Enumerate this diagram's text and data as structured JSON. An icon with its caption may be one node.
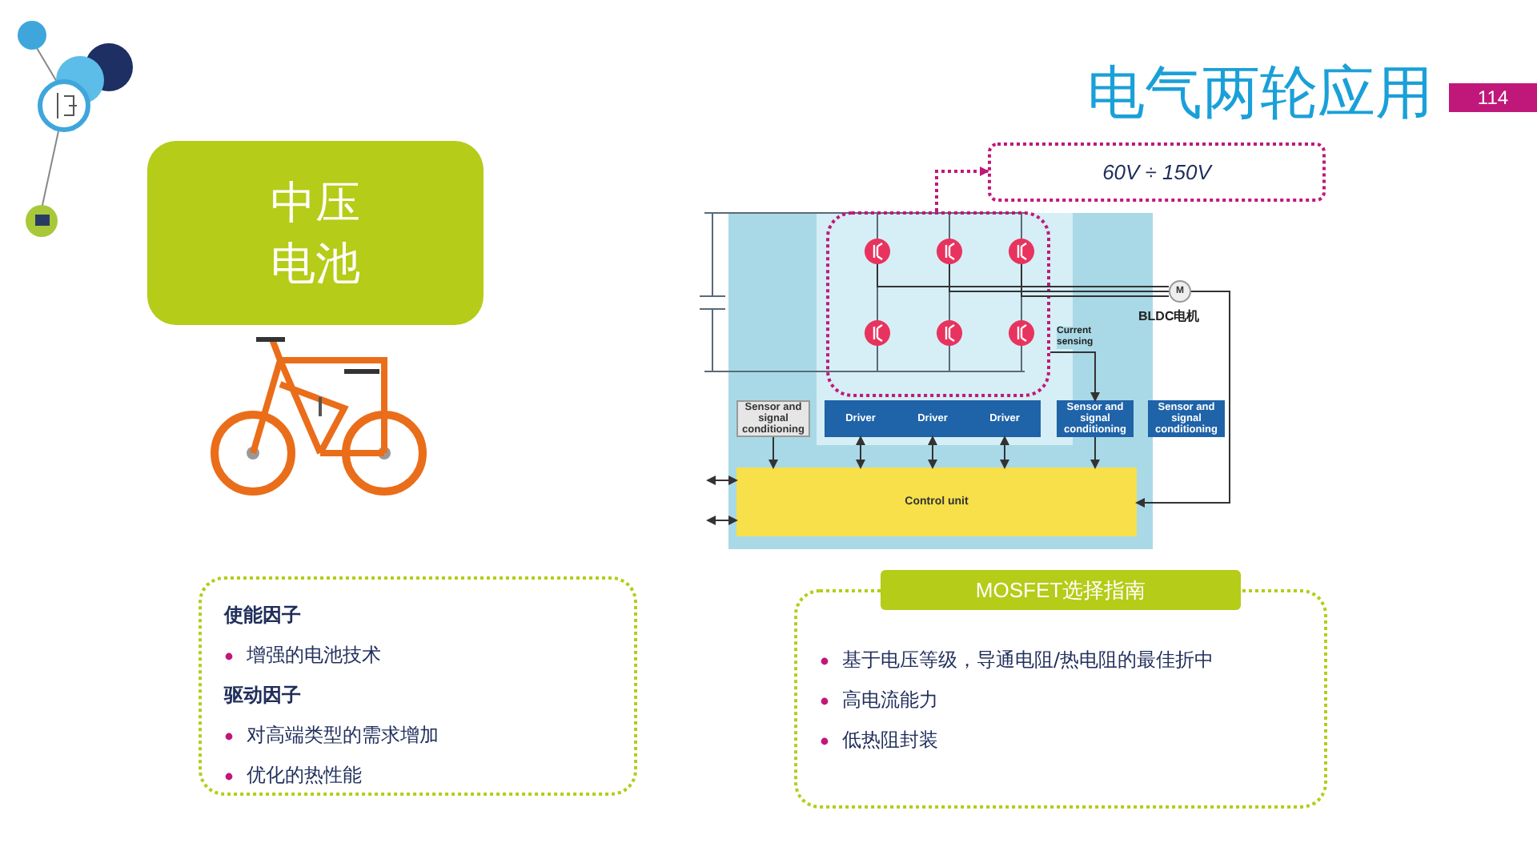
{
  "diagram": {
    "title": "电气两轮应用",
    "nodes": [
      {
        "text": [
          "中压电池"
        ]
      },
      {
        "text": [
          "60V ÷ 150V"
        ]
      },
      {
        "text": [],
        "shape": "box"
      },
      {
        "text": [],
        "shape": "circle",
        "in": 2
      },
      {
        "text": [],
        "shape": "circle",
        "in": 2
      },
      {
        "text": [],
        "shape": "circle",
        "in": 2
      },
      {
        "text": [],
        "shape": "circle",
        "in": 2
      },
      {
        "text": [],
        "shape": "circle",
        "in": 2
      },
      {
        "text": [],
        "shape": "circle",
        "in": 2
      },
      {
        "text": [
          "M"
        ],
        "beside": [
          "BLDC电机"
        ]
      },
      {
        "text": [
          "Sensor and signal conditioning"
        ]
      },
      {
        "text": [
          "Driver"
        ]
      },
      {
        "text": [
          "Driver"
        ]
      },
      {
        "text": [
          "Driver"
        ]
      },
      {
        "text": [
          "Sensor and signal conditioning"
        ]
      },
      {
        "text": [
          "Sensor and signal conditioning"
        ]
      },
      {
        "text": [
          "Control unit"
        ]
      },
      {
        "text": [
          "使能因子",
          "增强的电池技术",
          "驱动因子",
          "对高端类型的需求增加",
          "优化的热性能"
        ]
      },
      {
        "text": [
          "MOSFET选择指南",
          "基于电压等级，导通电阻/热电阻的最佳折中",
          "高电流能力",
          "低热阻封装"
        ]
      }
    ],
    "edges": [
      {
        "from": 2,
        "to": 1,
        "arrow": "to",
        "style": "dashed",
        "color": "#c0187a"
      },
      {
        "from": 3,
        "to": 9,
        "arrow": "none"
      },
      {
        "from": 4,
        "to": 9,
        "arrow": "none"
      },
      {
        "from": 5,
        "to": 9,
        "arrow": "none"
      },
      {
        "from": 2,
        "to": 14,
        "arrow": "to",
        "label": "Current sensing"
      },
      {
        "from": 10,
        "to": 16,
        "arrow": "to"
      },
      {
        "from": 11,
        "to": 16,
        "arrow": "both"
      },
      {
        "from": 12,
        "to": 16,
        "arrow": "both"
      },
      {
        "from": 13,
        "to": 16,
        "arrow": "both"
      },
      {
        "from": 14,
        "to": 16,
        "arrow": "to"
      },
      {
        "from": 9,
        "to": 16,
        "arrow": "to"
      },
      {
        "from": null,
        "to": 16,
        "arrow": "both"
      },
      {
        "from": null,
        "to": 16,
        "arrow": "both"
      }
    ],
    "labels": [
      "114"
    ]
  }
}
